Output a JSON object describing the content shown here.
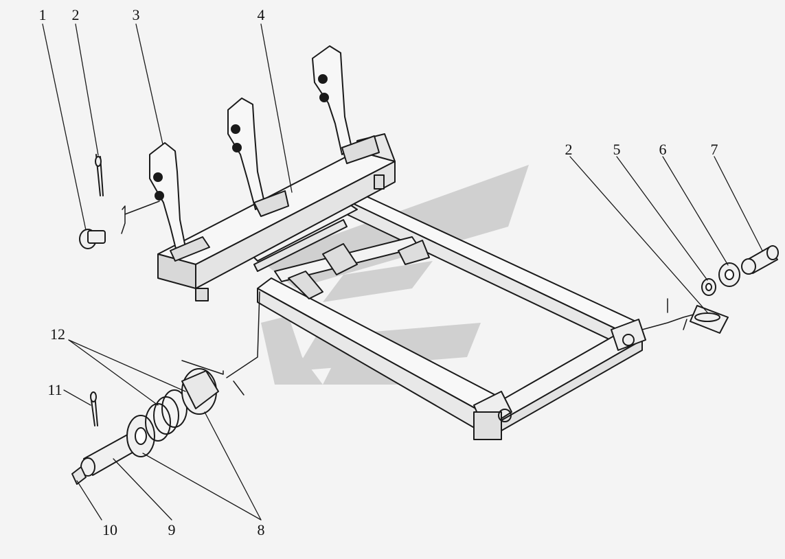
{
  "diagram": {
    "callouts": {
      "c1": "1",
      "c2a": "2",
      "c3": "3",
      "c4": "4",
      "c2b": "2",
      "c5": "5",
      "c6": "6",
      "c7": "7",
      "c12": "12",
      "c11": "11",
      "c10": "10",
      "c9": "9",
      "c8": "8"
    },
    "colors": {
      "ink": "#1a1a1a",
      "paper": "#f4f4f4",
      "watermark": "#bdbdbd"
    }
  }
}
